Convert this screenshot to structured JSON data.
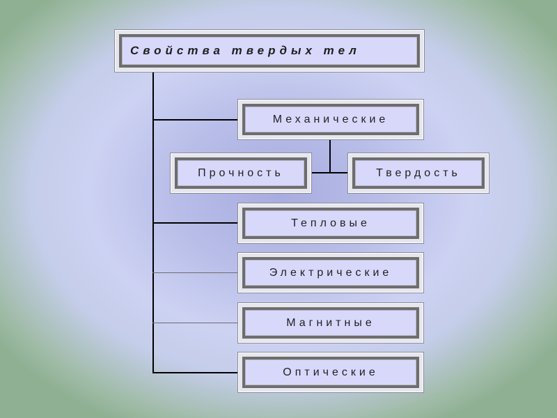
{
  "title": "Свойства твердых тел",
  "branches": {
    "mechanical": {
      "label": "Механические",
      "children": {
        "strength": "Прочность",
        "hardness": "Твердость"
      }
    },
    "thermal": "Тепловые",
    "electrical": "Электрические",
    "magnetic": "Магнитные",
    "optical": "Оптические"
  }
}
